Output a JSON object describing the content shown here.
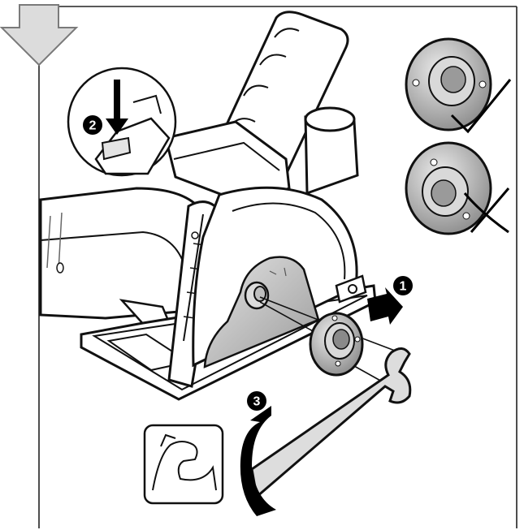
{
  "figure": {
    "steps": [
      {
        "id": "1",
        "label": "1"
      },
      {
        "id": "2",
        "label": "2"
      },
      {
        "id": "3",
        "label": "3"
      }
    ],
    "icons": {
      "page_indicator": "down-arrow-icon",
      "correct_nut": "checkmark-icon",
      "incorrect_nut": "cross-icon",
      "strength": "flexed-arm-icon"
    }
  }
}
